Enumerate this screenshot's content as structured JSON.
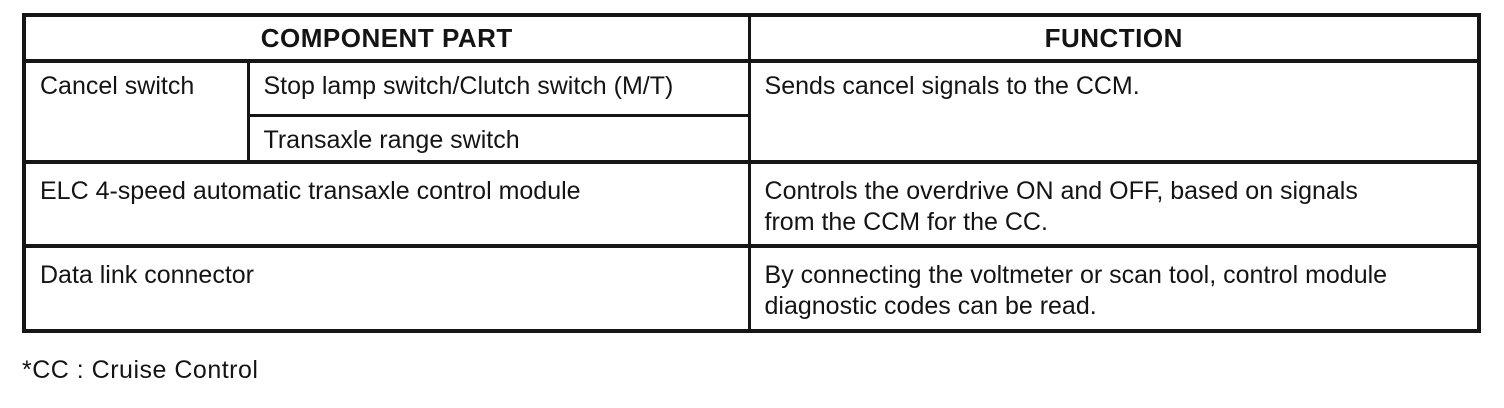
{
  "table": {
    "header": {
      "component_part": "COMPONENT PART",
      "function": "FUNCTION"
    },
    "cancel_row": {
      "group_label": "Cancel switch",
      "items": [
        "Stop lamp switch/Clutch switch (M/T)",
        "Transaxle range switch"
      ],
      "function": "Sends cancel signals to the CCM."
    },
    "rows": [
      {
        "component": "ELC 4-speed automatic transaxle control module",
        "function_lines": [
          "Controls the overdrive ON and OFF, based on signals",
          "from the CCM for the CC."
        ]
      },
      {
        "component": "Data link connector",
        "function_lines": [
          "By connecting the voltmeter or scan tool, control module",
          "diagnostic codes can be read."
        ]
      }
    ]
  },
  "footnote": "*CC : Cruise Control",
  "colors": {
    "border": "#161616",
    "text": "#141414",
    "background": "#ffffff"
  }
}
